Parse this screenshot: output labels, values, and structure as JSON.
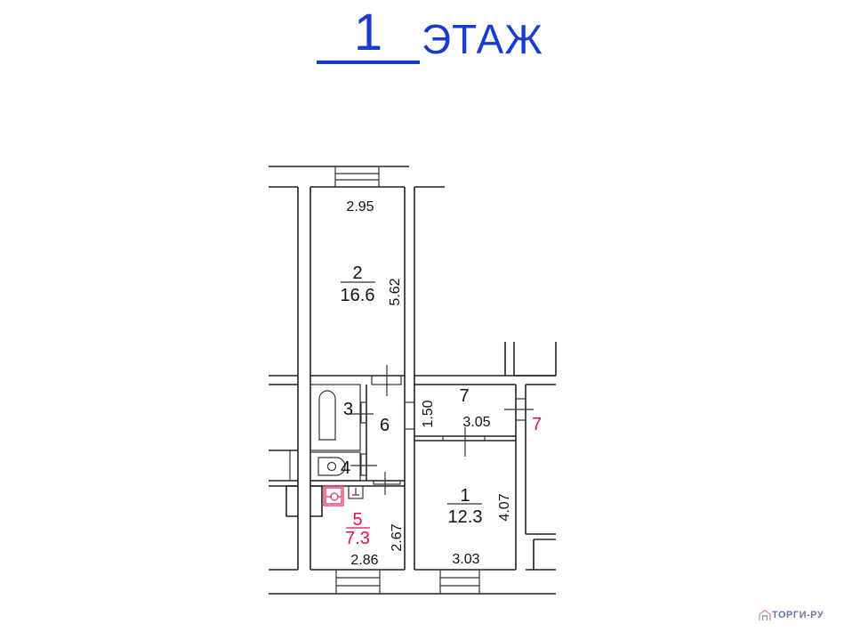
{
  "title": {
    "floor_number": "1",
    "floor_word": "ЭТАЖ",
    "color": "#1a3ccc"
  },
  "rooms": [
    {
      "id": "2",
      "number": "2",
      "area": "16.6",
      "width": "2.95",
      "length": "5.62"
    },
    {
      "id": "3",
      "number": "3"
    },
    {
      "id": "4",
      "number": "4"
    },
    {
      "id": "6",
      "number": "6"
    },
    {
      "id": "5",
      "number": "5",
      "area": "7.3",
      "width": "2.86",
      "length": "2.67",
      "highlight_color": "#e0104a"
    },
    {
      "id": "7",
      "number": "7",
      "width": "3.05",
      "length": "1.50"
    },
    {
      "id": "1",
      "number": "1",
      "area": "12.3",
      "width": "3.03",
      "length": "4.07"
    }
  ],
  "annotations": {
    "riser_label": "7",
    "riser_color": "#e0104a"
  },
  "watermark": {
    "text": "ТОРГИ-РУ",
    "color": "#6a74a8"
  }
}
